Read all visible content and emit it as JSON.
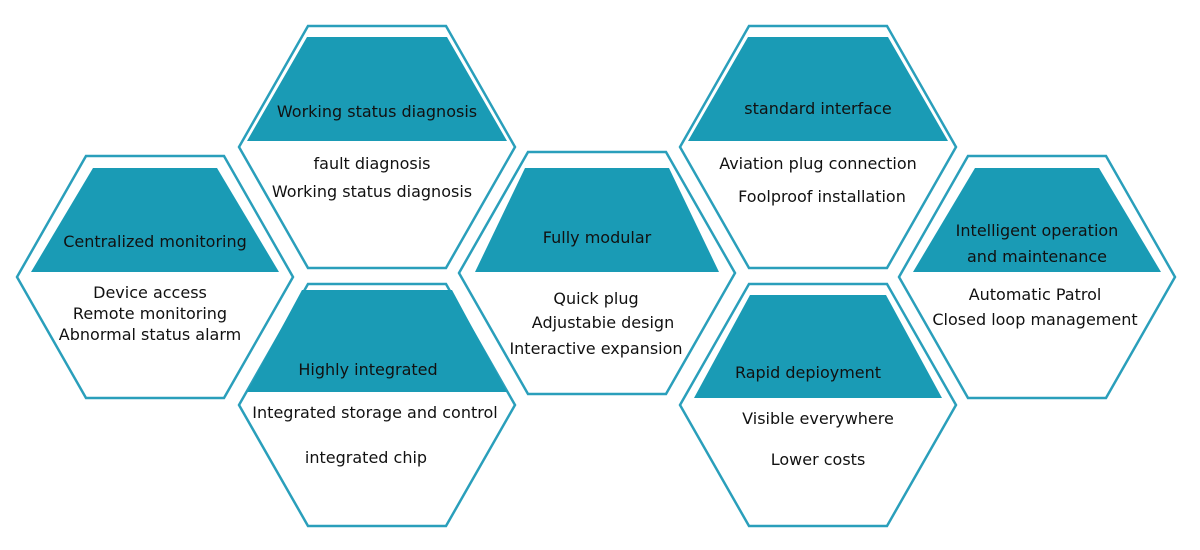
{
  "hexagons": [
    {
      "id": "centralized-monitoring",
      "title": [
        "Centralized monitoring"
      ],
      "items": [
        "Device access",
        "Remote monitoring",
        "Abnormal status alarm"
      ]
    },
    {
      "id": "working-status-diagnosis",
      "title": [
        "Working status diagnosis"
      ],
      "items": [
        "fault diagnosis",
        "Working status diagnosis"
      ]
    },
    {
      "id": "highly-integrated",
      "title": [
        "Highly integrated"
      ],
      "items": [
        "Integrated storage and control",
        "integrated chip"
      ]
    },
    {
      "id": "fully-modular",
      "title": [
        "Fully modular"
      ],
      "items": [
        "Quick plug",
        "Adjustabie design",
        "Interactive expansion"
      ]
    },
    {
      "id": "standard-interface",
      "title": [
        "standard interface"
      ],
      "items": [
        "Aviation plug connection",
        "Foolproof installation"
      ]
    },
    {
      "id": "rapid-deployment",
      "title": [
        "Rapid depioyment"
      ],
      "items": [
        "Visible everywhere",
        "Lower costs"
      ]
    },
    {
      "id": "intelligent-operation",
      "title": [
        "Intelligent operation",
        "and maintenance"
      ],
      "items": [
        "Automatic Patrol",
        "Closed loop management"
      ]
    }
  ],
  "colors": {
    "accent": "#1a9bb5",
    "outline": "#2a9fbb",
    "background": "#ffffff",
    "text": "#111111"
  }
}
